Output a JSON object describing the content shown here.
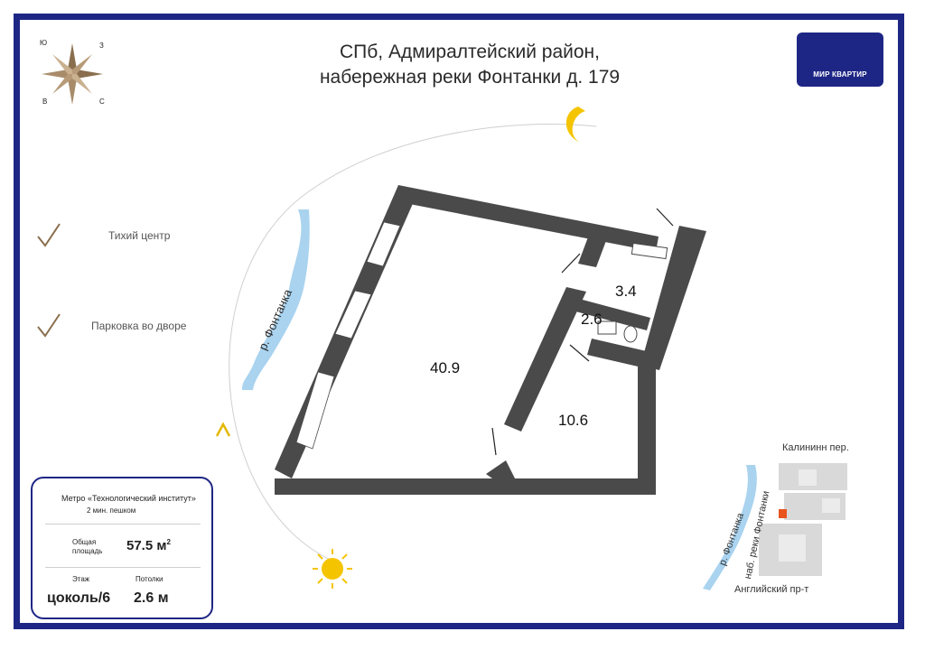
{
  "header": {
    "line1": "СПб, Адмиралтейский район,",
    "line2": "набережная реки Фонтанки д. 179"
  },
  "logo": {
    "name": "МИР КВАРТИР"
  },
  "compass": {
    "north": "С",
    "south": "Ю",
    "west": "З",
    "east": "В"
  },
  "features": [
    "Тихий центр",
    "Парковка во дворе"
  ],
  "info": {
    "metro": "Метро «Технологический институт»",
    "metro_distance": "2 мин. пешком",
    "area_label_1": "Общая",
    "area_label_2": "площадь",
    "area_value": "57.5 м",
    "area_unit_sup": "2",
    "floor_label": "Этаж",
    "floor_value": "цоколь/6",
    "ceiling_label": "Потолки",
    "ceiling_value": "2.6 м"
  },
  "rooms": {
    "main": "40.9",
    "room2": "10.6",
    "bath1": "3.4",
    "bath2": "2.6"
  },
  "river_label": "р. Фонтанка",
  "map": {
    "top": "Калининн пер.",
    "bottom": "Английский пр-т",
    "river": "р. Фонтанка",
    "embankment": "наб. реки Фонтанки"
  },
  "colors": {
    "frame": "#1e2685",
    "wall": "#4a4a4a",
    "river": "#a9d3ef",
    "gold": "#f5c400",
    "highlight": "#e8531e",
    "check": "#8a6f4e"
  }
}
